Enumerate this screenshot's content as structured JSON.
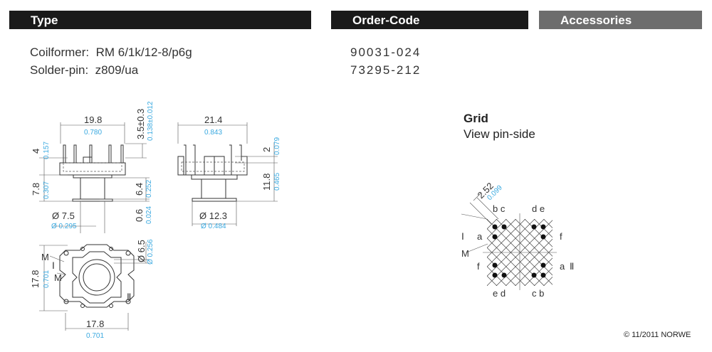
{
  "headers": {
    "type": "Type",
    "order_code": "Order-Code",
    "accessories": "Accessories"
  },
  "items": [
    {
      "label": "Coilformer:",
      "value": "RM 6/1k/12-8/p6g",
      "code": "90031-024"
    },
    {
      "label": "Solder-pin:",
      "value": "z809/ua",
      "code": "73295-212"
    }
  ],
  "drawing": {
    "front": {
      "width": "19.8",
      "width_in": "0.780",
      "pin_h": "3.5±0.3",
      "pin_h_in": "0.138±0.012",
      "h4": "4",
      "h4_in": "0.157",
      "h78": "7.8",
      "h78_in": "0.307",
      "h64": "6.4",
      "h64_in": "0.252",
      "h06": "0.6",
      "h06_in": "0.024",
      "d75": "Ø 7.5",
      "d75_in": "Ø 0.295"
    },
    "side": {
      "width": "21.4",
      "width_in": "0.843",
      "h2": "2",
      "h2_in": "0.079",
      "h118": "11.8",
      "h118_in": "0.465",
      "d123": "Ø 12.3",
      "d123_in": "Ø 0.484"
    },
    "bottom": {
      "d65": "Ø 6.5",
      "d65_in": "Ø 0.256",
      "h178": "17.8",
      "h178_in": "0.701",
      "w178": "17.8",
      "w178_in": "0.701",
      "m1": "M",
      "m2": "M",
      "r1": "Ⅰ",
      "r2": "Ⅱ"
    }
  },
  "grid": {
    "title": "Grid",
    "subtitle": "View pin-side",
    "pitch": "2.52",
    "pitch_in": "0.099",
    "labels": {
      "top_left": "b c",
      "top_right": "d e",
      "bottom_left": "e d",
      "bottom_right": "c b",
      "left_upper": "a",
      "left_lower": "f",
      "right_upper": "f",
      "right_lower": "a",
      "roman1": "Ⅰ",
      "roman2": "Ⅱ",
      "m": "M"
    }
  },
  "copyright": "© 11/2011 NORWE",
  "colors": {
    "header": "#1a1a1a",
    "header_gray": "#6d6d6d",
    "imperial": "#3aa9e0"
  }
}
